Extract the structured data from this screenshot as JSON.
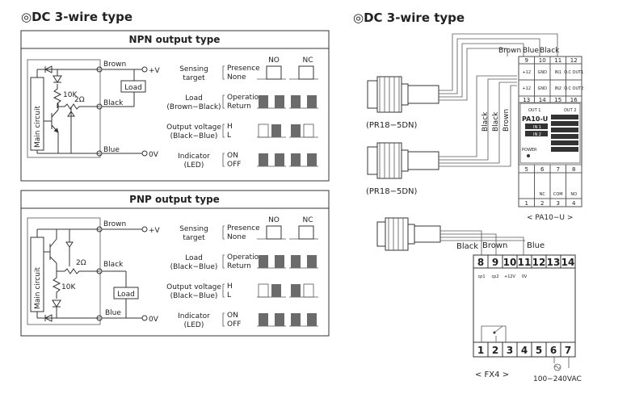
{
  "left_title": "◎DC 3-wire type",
  "right_title": "◎DC 3-wire type",
  "npn": {
    "title": "NPN output type",
    "brown": "Brown",
    "black": "Black",
    "blue": "Blue",
    "plus_v": "+V",
    "zero_v": "0V",
    "load": "Load",
    "main_circuit": "Main circuit",
    "r1": "10K",
    "r2": "2Ω",
    "no": "NO",
    "nc": "NC",
    "rows": [
      {
        "label1": "Sensing",
        "label2": "target",
        "opt1": "Presence",
        "opt2": "None"
      },
      {
        "label1": "Load",
        "label2": "(Brown−Black)",
        "opt1": "Operation",
        "opt2": "Return"
      },
      {
        "label1": "Output voltage",
        "label2": "(Black−Blue)",
        "opt1": "H",
        "opt2": "L"
      },
      {
        "label1": "Indicator",
        "label2": "(LED)",
        "opt1": "ON",
        "opt2": "OFF"
      }
    ]
  },
  "pnp": {
    "title": "PNP output type",
    "brown": "Brown",
    "black": "Black",
    "blue": "Blue",
    "plus_v": "+V",
    "zero_v": "0V",
    "load": "Load",
    "main_circuit": "Main circuit",
    "r1": "10K",
    "r2": "2Ω",
    "no": "NO",
    "nc": "NC",
    "rows": [
      {
        "label1": "Sensing",
        "label2": "target",
        "opt1": "Presence",
        "opt2": "None"
      },
      {
        "label1": "Load",
        "label2": "(Black−Blue)",
        "opt1": "Operation",
        "opt2": "Return"
      },
      {
        "label1": "Output voltage",
        "label2": "(Black−Blue)",
        "opt1": "H",
        "opt2": "L"
      },
      {
        "label1": "Indicator",
        "label2": "(LED)",
        "opt1": "ON",
        "opt2": "OFF"
      }
    ]
  },
  "right": {
    "sensor_label": "(PR18−5DN)",
    "wires_top": [
      "Brown",
      "Blue",
      "Black"
    ],
    "wires_vertical": [
      "Black",
      "Black",
      "Brown"
    ],
    "pa10": {
      "name": "PA10-U",
      "caption": "< PA10−U >",
      "top_nums": [
        "9",
        "10",
        "11",
        "12"
      ],
      "row1": [
        "+12",
        "GND",
        "IN1",
        "O.C OUT1"
      ],
      "row2": [
        "+12",
        "GND",
        "IN2",
        "O.C OUT2"
      ],
      "mid_nums": [
        "13",
        "14",
        "15",
        "16"
      ],
      "out1": "OUT 1",
      "out2": "OUT 2",
      "in1": "IN 1",
      "in2": "IN 2",
      "power": "POWER",
      "bottom_nums_top": [
        "5",
        "6",
        "7",
        "8"
      ],
      "bottom_labels": [
        "NC",
        "COM",
        "NO"
      ],
      "bottom_nums": [
        "1",
        "2",
        "3",
        "4"
      ]
    },
    "fx4": {
      "caption": "< FX4 >",
      "wire_black": "Black",
      "wire_brown": "Brown",
      "wire_blue": "Blue",
      "top_terms": [
        "8",
        "9",
        "10",
        "11",
        "12",
        "13",
        "14"
      ],
      "sub_labels": [
        "cp1",
        "cp2",
        "+12V",
        "0V"
      ],
      "bottom_terms": [
        "1",
        "2",
        "3",
        "4",
        "5",
        "6",
        "7"
      ],
      "supply": "100−240VAC"
    }
  }
}
